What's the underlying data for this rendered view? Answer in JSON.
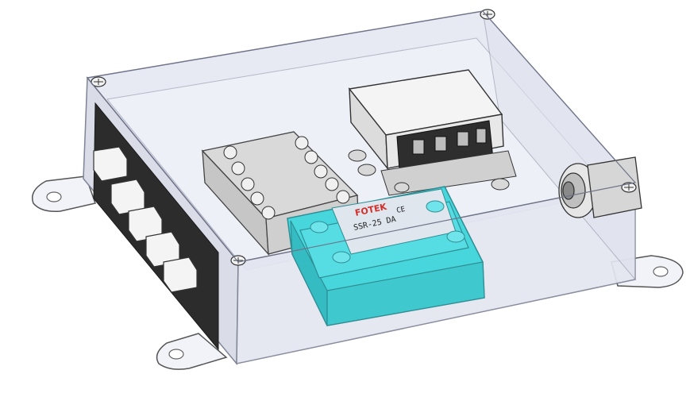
{
  "ssr": {
    "brand": "FOTEK",
    "model": "SSR-25 DA",
    "ce": "CE"
  },
  "colors": {
    "background": "#ffffff",
    "enclosure_fill": "#e4e7f1",
    "enclosure_edge": "#8e93a6",
    "floor": "#eceef6",
    "ssr_body": "#46d6dc",
    "ssr_edge": "#2f8e94",
    "ssr_label": "#dfe6ee",
    "brand_red": "#d2302a",
    "terminal_block": "#d9d9d9",
    "relay_housing": "#ededed",
    "dark_part": "#2c2c2c"
  },
  "icons": {
    "screws": "phillips-screw-icon",
    "cable_gland": "cable-gland-icon"
  }
}
